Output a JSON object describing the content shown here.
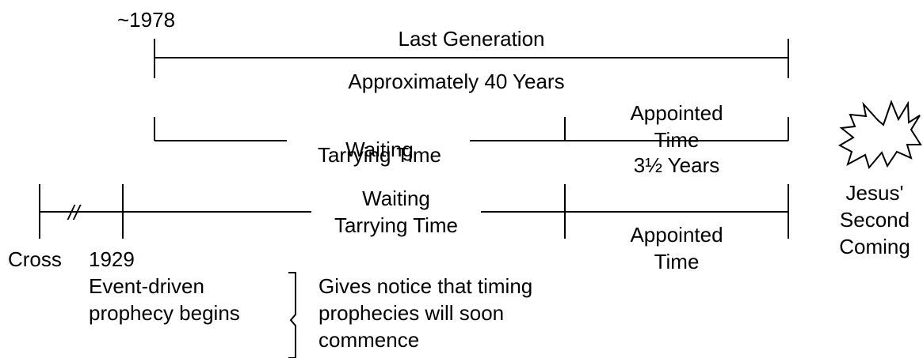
{
  "labels": {
    "year_1978": "~1978",
    "last_generation": "Last Generation",
    "approx_40_years": "Approximately 40 Years",
    "upper_appointed_line1": "Appointed",
    "upper_appointed_line2": "Time",
    "upper_waiting_line1": "Waiting",
    "upper_waiting_line2": "Tarrying Time",
    "three_half_years": "3½ Years",
    "lower_waiting_line1": "Waiting",
    "lower_waiting_line2": "Tarrying Time",
    "lower_appointed_line1": "Appointed",
    "lower_appointed_line2": "Time",
    "break_mark": "//",
    "cross": "Cross",
    "year_1929": "1929",
    "event_driven_line1": "Event-driven",
    "event_driven_line2": "prophecy begins",
    "notice_line1": "Gives notice that timing",
    "notice_line2": "prophecies will soon",
    "notice_line3": "commence",
    "second_coming_line1": "Jesus'",
    "second_coming_line2": "Second",
    "second_coming_line3": "Coming"
  }
}
